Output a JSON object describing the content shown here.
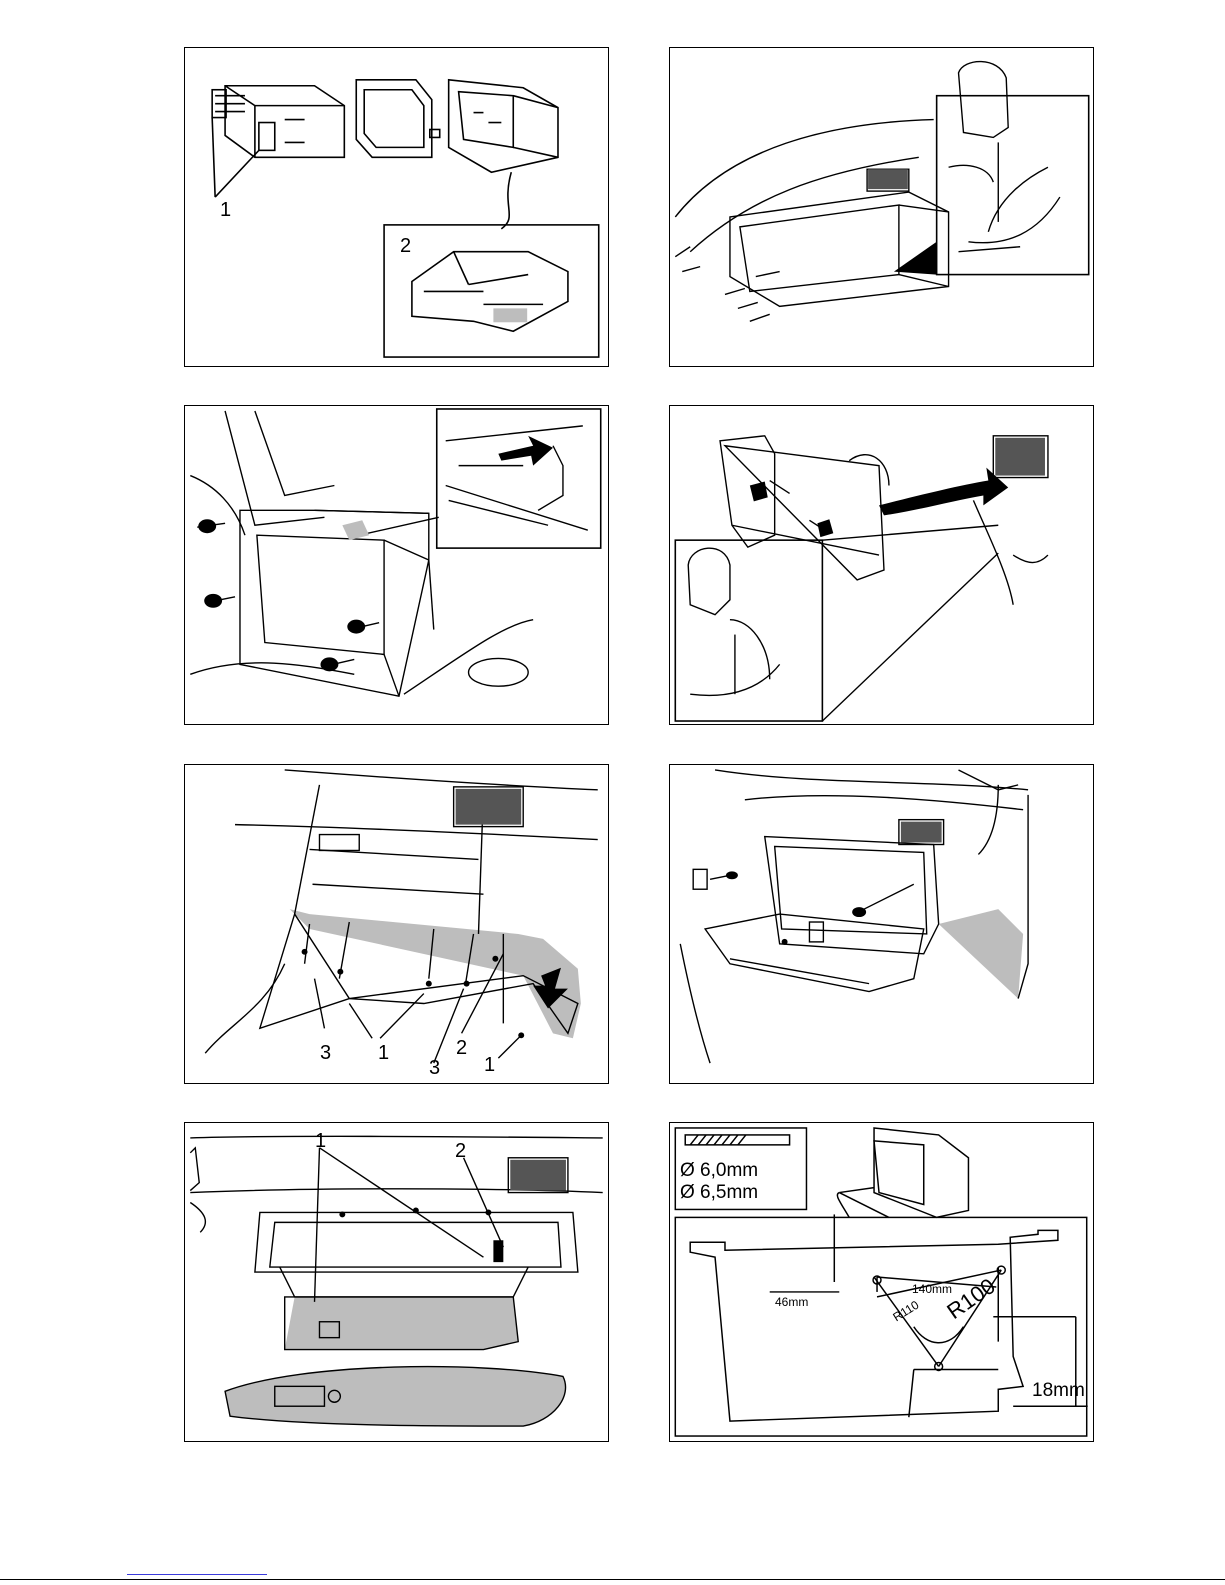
{
  "panels": {
    "p1": {
      "labels": [
        "1",
        "2"
      ]
    },
    "p5": {
      "labels": [
        "3",
        "1",
        "3",
        "2",
        "1"
      ]
    },
    "p7": {
      "labels": [
        "1",
        "2"
      ]
    },
    "p8": {
      "drill_sizes": [
        "Ø 6,0mm",
        "Ø 6,5mm"
      ],
      "dim_140": "140mm",
      "dim_46": "46mm",
      "dim_r110": "R110",
      "dim_r100": "R100",
      "dim_18": "18mm"
    }
  },
  "colors": {
    "line": "#000000",
    "shade": "#bdbdbd",
    "link": "#3a3adb"
  }
}
